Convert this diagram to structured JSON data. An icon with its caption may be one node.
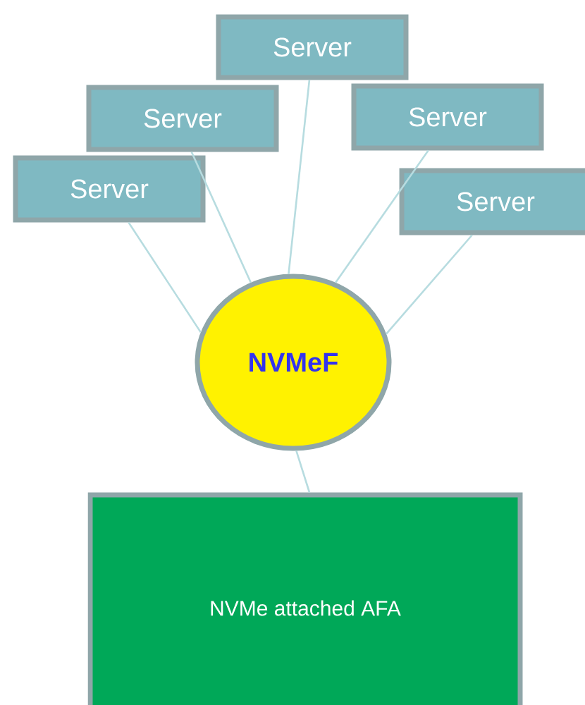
{
  "diagram": {
    "nodes": [
      {
        "text": [
          "Server"
        ]
      },
      {
        "text": [
          "Server"
        ]
      },
      {
        "text": [
          "Server"
        ]
      },
      {
        "text": [
          "Server"
        ]
      },
      {
        "text": [
          "Server"
        ]
      },
      {
        "text": [
          "NVMeF"
        ]
      },
      {
        "text": [
          "NVMe attached AFA"
        ]
      }
    ],
    "edges": [
      {
        "from": 0,
        "to": 5,
        "arrow": "none"
      },
      {
        "from": 1,
        "to": 5,
        "arrow": "none"
      },
      {
        "from": 2,
        "to": 5,
        "arrow": "none"
      },
      {
        "from": 3,
        "to": 5,
        "arrow": "none"
      },
      {
        "from": 4,
        "to": 5,
        "arrow": "none"
      },
      {
        "from": 5,
        "to": 6,
        "arrow": "none"
      }
    ]
  }
}
